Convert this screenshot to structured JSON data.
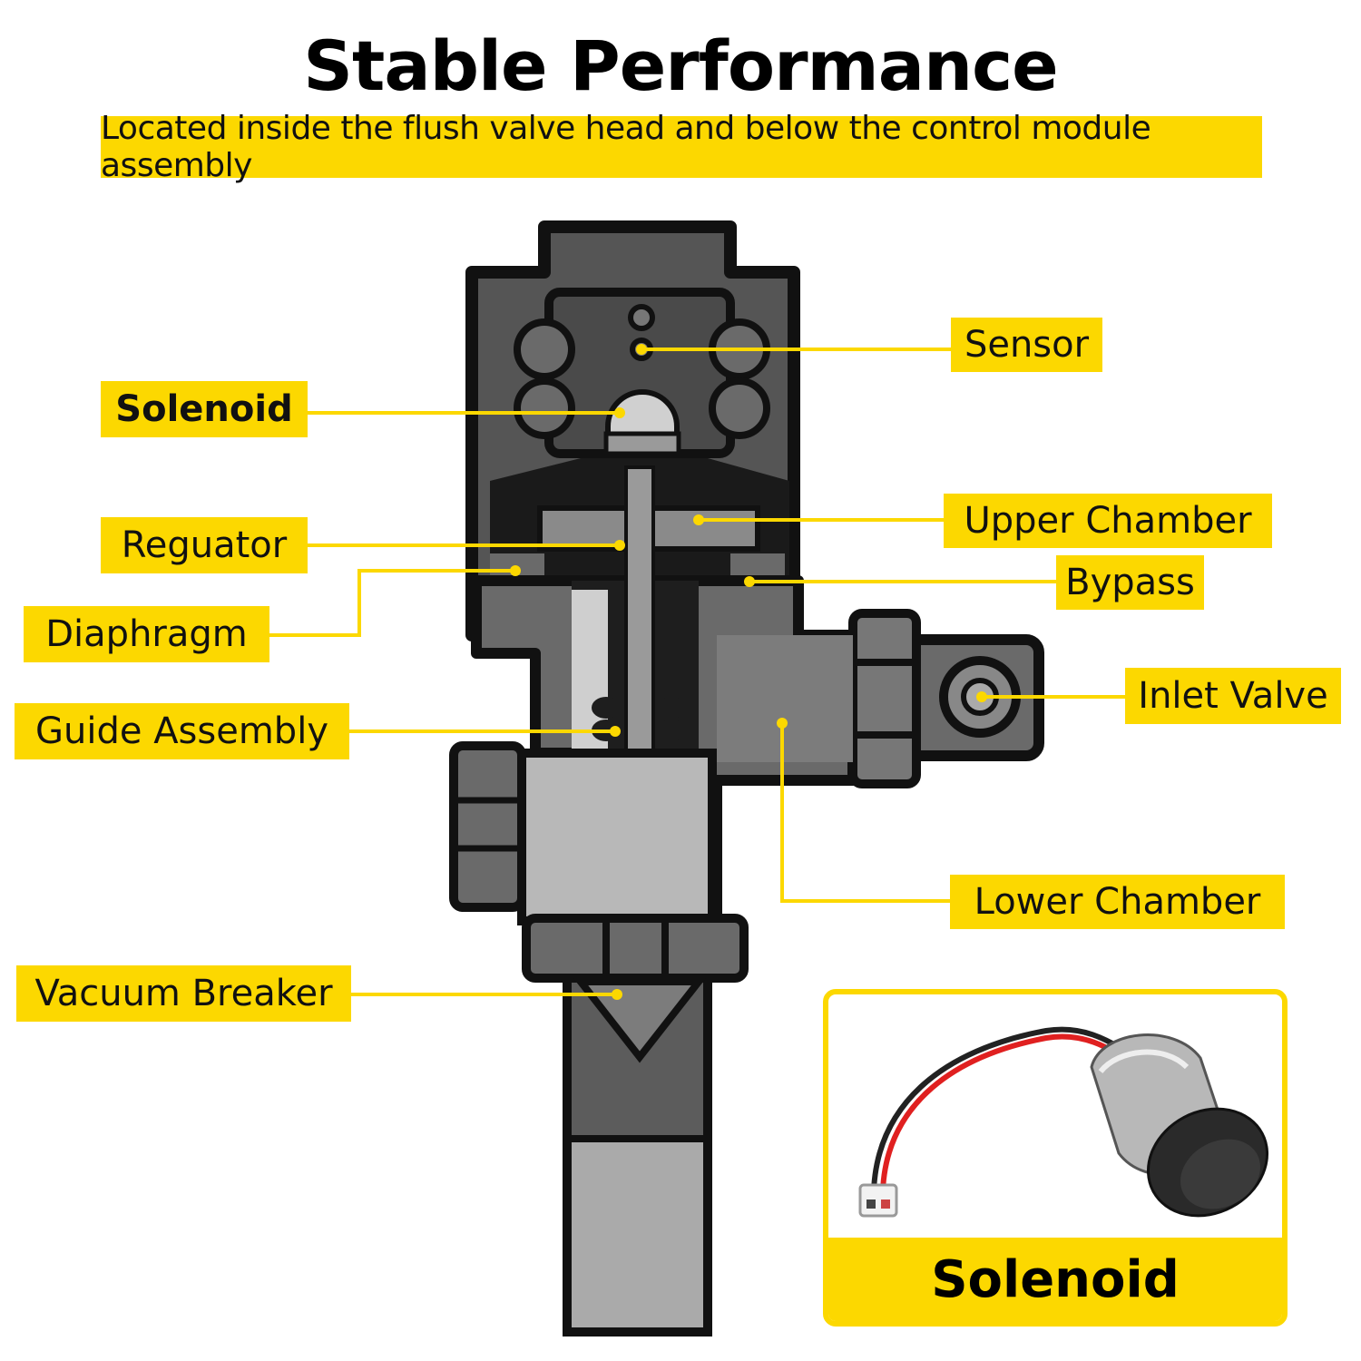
{
  "title": "Stable Performance",
  "subtitle": "Located inside the flush valve head and below the control module assembly",
  "labels": {
    "sensor": "Sensor",
    "solenoid": "Solenoid",
    "upper_chamber": "Upper Chamber",
    "regulator": "Reguator",
    "bypass": "Bypass",
    "diaphragm": "Diaphragm",
    "inlet_valve": "Inlet Valve",
    "guide_assembly": "Guide Assembly",
    "lower_chamber": "Lower Chamber",
    "vacuum_breaker": "Vacuum Breaker"
  },
  "inset": {
    "caption": "Solenoid"
  },
  "colors": {
    "accent": "#fcd800",
    "outline": "#111111",
    "body_dark": "#5a5a5a",
    "body_mid": "#8a8a8a",
    "body_light": "#bdbdbd"
  }
}
